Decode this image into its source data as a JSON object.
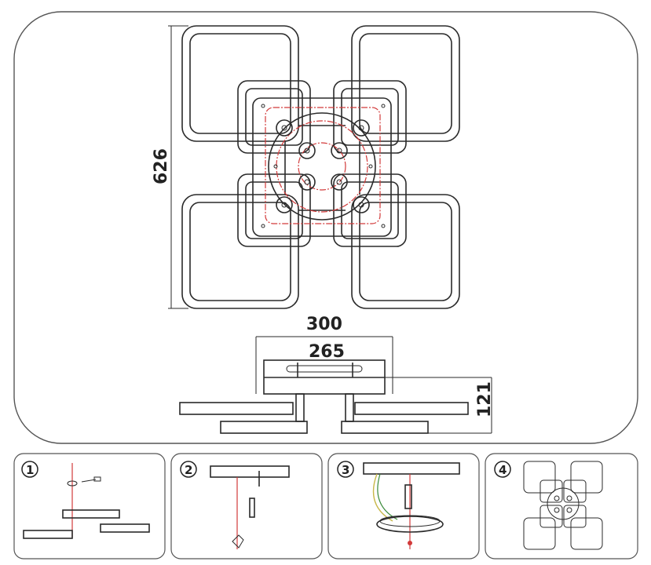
{
  "dimensions": {
    "height_top": "626",
    "width_outer": "300",
    "width_inner": "265",
    "depth": "121"
  },
  "steps": [
    {
      "number": "1"
    },
    {
      "number": "2"
    },
    {
      "number": "3"
    },
    {
      "number": "4"
    }
  ],
  "colors": {
    "line": "#2a2a2a",
    "accent": "#d23a3a",
    "frame": "#555555"
  }
}
